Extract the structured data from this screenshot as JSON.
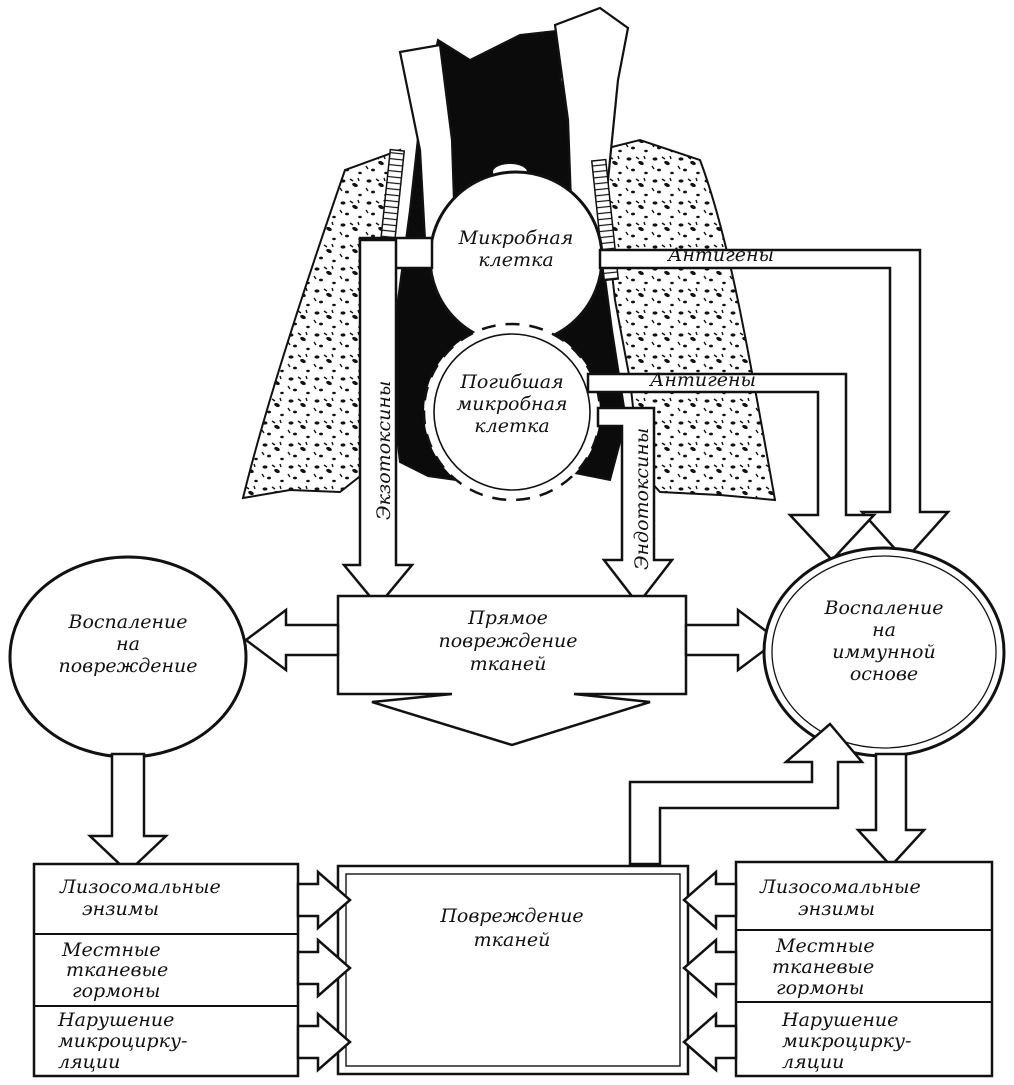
{
  "tooth_cells": {
    "microbial_cell": [
      "Микробная",
      "клетка"
    ],
    "dead_microbial_cell": [
      "Погибшая",
      "микробная",
      "клетка"
    ]
  },
  "arrows": {
    "antigens_top": "Антигены",
    "antigens_mid": "Антигены",
    "exotoxins": "Экзотоксины",
    "endotoxins": "Эндотоксины"
  },
  "nodes": {
    "inflammation_damage": [
      "Воспаление",
      "на",
      "повреждение"
    ],
    "direct_damage": [
      "Прямое",
      "повреждение",
      "тканей"
    ],
    "inflammation_immune": [
      "Воспаление",
      "на",
      "иммунной",
      "основе"
    ],
    "tissue_damage": [
      "Повреждение",
      "тканей"
    ]
  },
  "left_factors": [
    [
      "Лизосомальные",
      "энзимы"
    ],
    [
      "Местные",
      "тканевые",
      "гормоны"
    ],
    [
      "Нарушение",
      "микроцирку-",
      "ляции"
    ]
  ],
  "right_factors": [
    [
      "Лизосомальные",
      "энзимы"
    ],
    [
      "Местные",
      "тканевые",
      "гормоны"
    ],
    [
      "Нарушение",
      "микроцирку-",
      "ляции"
    ]
  ]
}
